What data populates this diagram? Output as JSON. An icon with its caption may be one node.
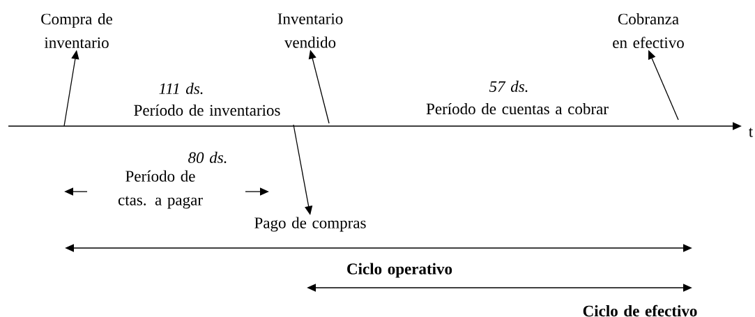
{
  "diagram": {
    "nodes": [
      {
        "text": [
          "Compra de inventario"
        ]
      },
      {
        "text": [
          "Inventario vendido"
        ]
      },
      {
        "text": [
          "Cobranza en efectivo"
        ]
      },
      {
        "text": [
          "Pago de compras"
        ]
      }
    ],
    "edges": [
      {
        "from": null,
        "to": 0,
        "arrow": "to"
      },
      {
        "from": null,
        "to": 1,
        "arrow": "to"
      },
      {
        "from": null,
        "to": 2,
        "arrow": "to"
      },
      {
        "from": null,
        "to": 3,
        "arrow": "to"
      }
    ],
    "labels": [
      "111 ds.",
      "Período de inventarios",
      "57 ds.",
      "Período de cuentas a cobrar",
      "t",
      "80 ds.",
      "Período de ctas. a pagar",
      "Ciclo operativo",
      "Ciclo de efectivo"
    ]
  }
}
